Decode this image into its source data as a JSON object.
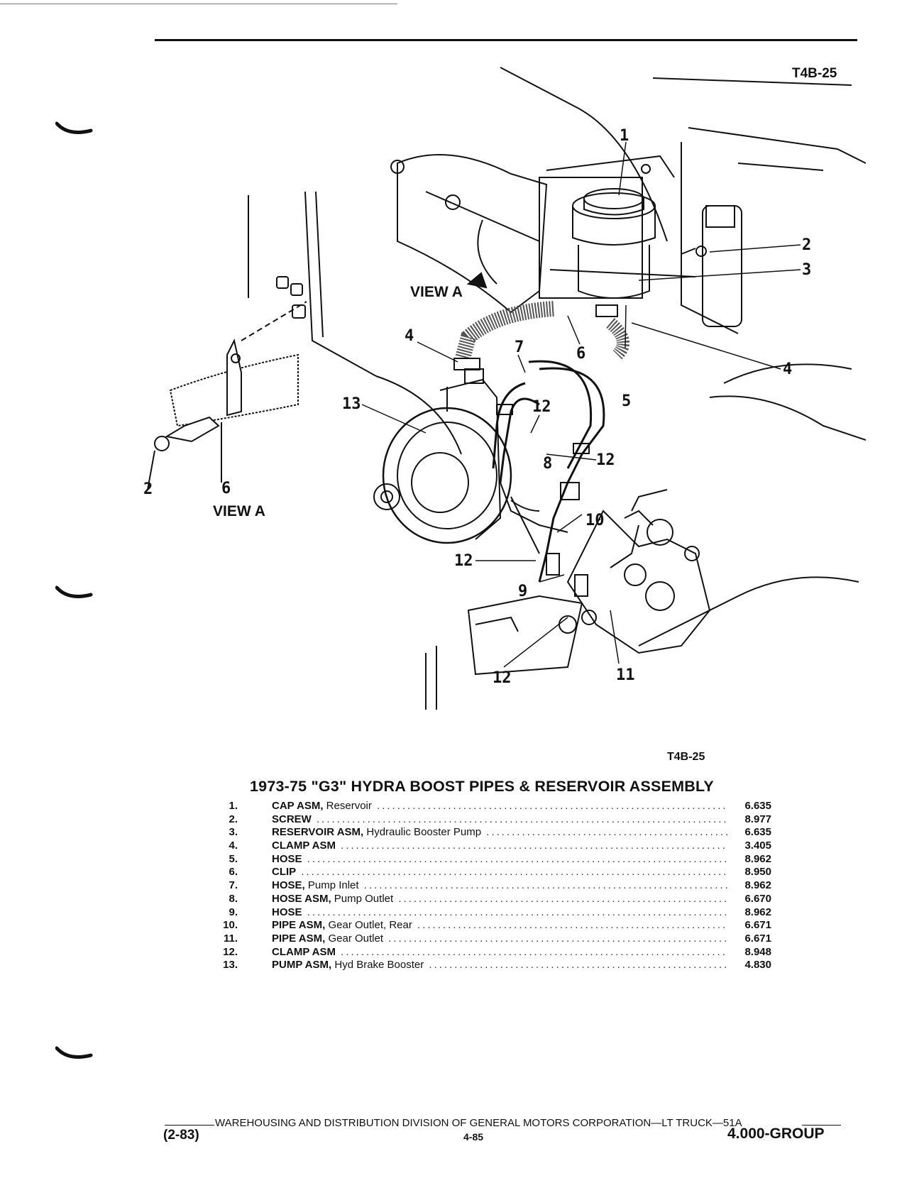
{
  "page_code": "T4B-25",
  "figure": {
    "label": "T4B-25",
    "view_a_arrow_label": "VIEW A",
    "view_a_caption": "VIEW A",
    "callouts": [
      "1",
      "2",
      "3",
      "4",
      "4",
      "5",
      "6",
      "6",
      "7",
      "8",
      "9",
      "10",
      "11",
      "12",
      "12",
      "12",
      "12",
      "13",
      "2"
    ]
  },
  "title": "1973-75 \"G3\" HYDRA BOOST PIPES & RESERVOIR ASSEMBLY",
  "parts": [
    {
      "num": "1.",
      "name": "CAP ASM,",
      "detail": " Reservoir",
      "code": "6.635"
    },
    {
      "num": "2.",
      "name": "SCREW",
      "detail": "",
      "code": "8.977"
    },
    {
      "num": "3.",
      "name": "RESERVOIR ASM,",
      "detail": " Hydraulic Booster Pump",
      "code": "6.635"
    },
    {
      "num": "4.",
      "name": "CLAMP ASM",
      "detail": "",
      "code": "3.405"
    },
    {
      "num": "5.",
      "name": "HOSE",
      "detail": "",
      "code": "8.962"
    },
    {
      "num": "6.",
      "name": "CLIP",
      "detail": "",
      "code": "8.950"
    },
    {
      "num": "7.",
      "name": "HOSE,",
      "detail": " Pump Inlet",
      "code": "8.962"
    },
    {
      "num": "8.",
      "name": "HOSE ASM,",
      "detail": " Pump Outlet",
      "code": "6.670"
    },
    {
      "num": "9.",
      "name": "HOSE",
      "detail": "",
      "code": "8.962"
    },
    {
      "num": "10.",
      "name": "PIPE ASM,",
      "detail": " Gear Outlet, Rear",
      "code": "6.671"
    },
    {
      "num": "11.",
      "name": "PIPE ASM,",
      "detail": " Gear Outlet",
      "code": "6.671"
    },
    {
      "num": "12.",
      "name": "CLAMP ASM",
      "detail": "",
      "code": "8.948"
    },
    {
      "num": "13.",
      "name": "PUMP ASM,",
      "detail": " Hyd Brake Booster",
      "code": "4.830"
    }
  ],
  "footer": {
    "line": "WAREHOUSING AND DISTRIBUTION  DIVISION OF GENERAL MOTORS CORPORATION—LT TRUCK—51A",
    "date": "(2-83)",
    "page": "4-85",
    "group": "4.000-GROUP"
  }
}
